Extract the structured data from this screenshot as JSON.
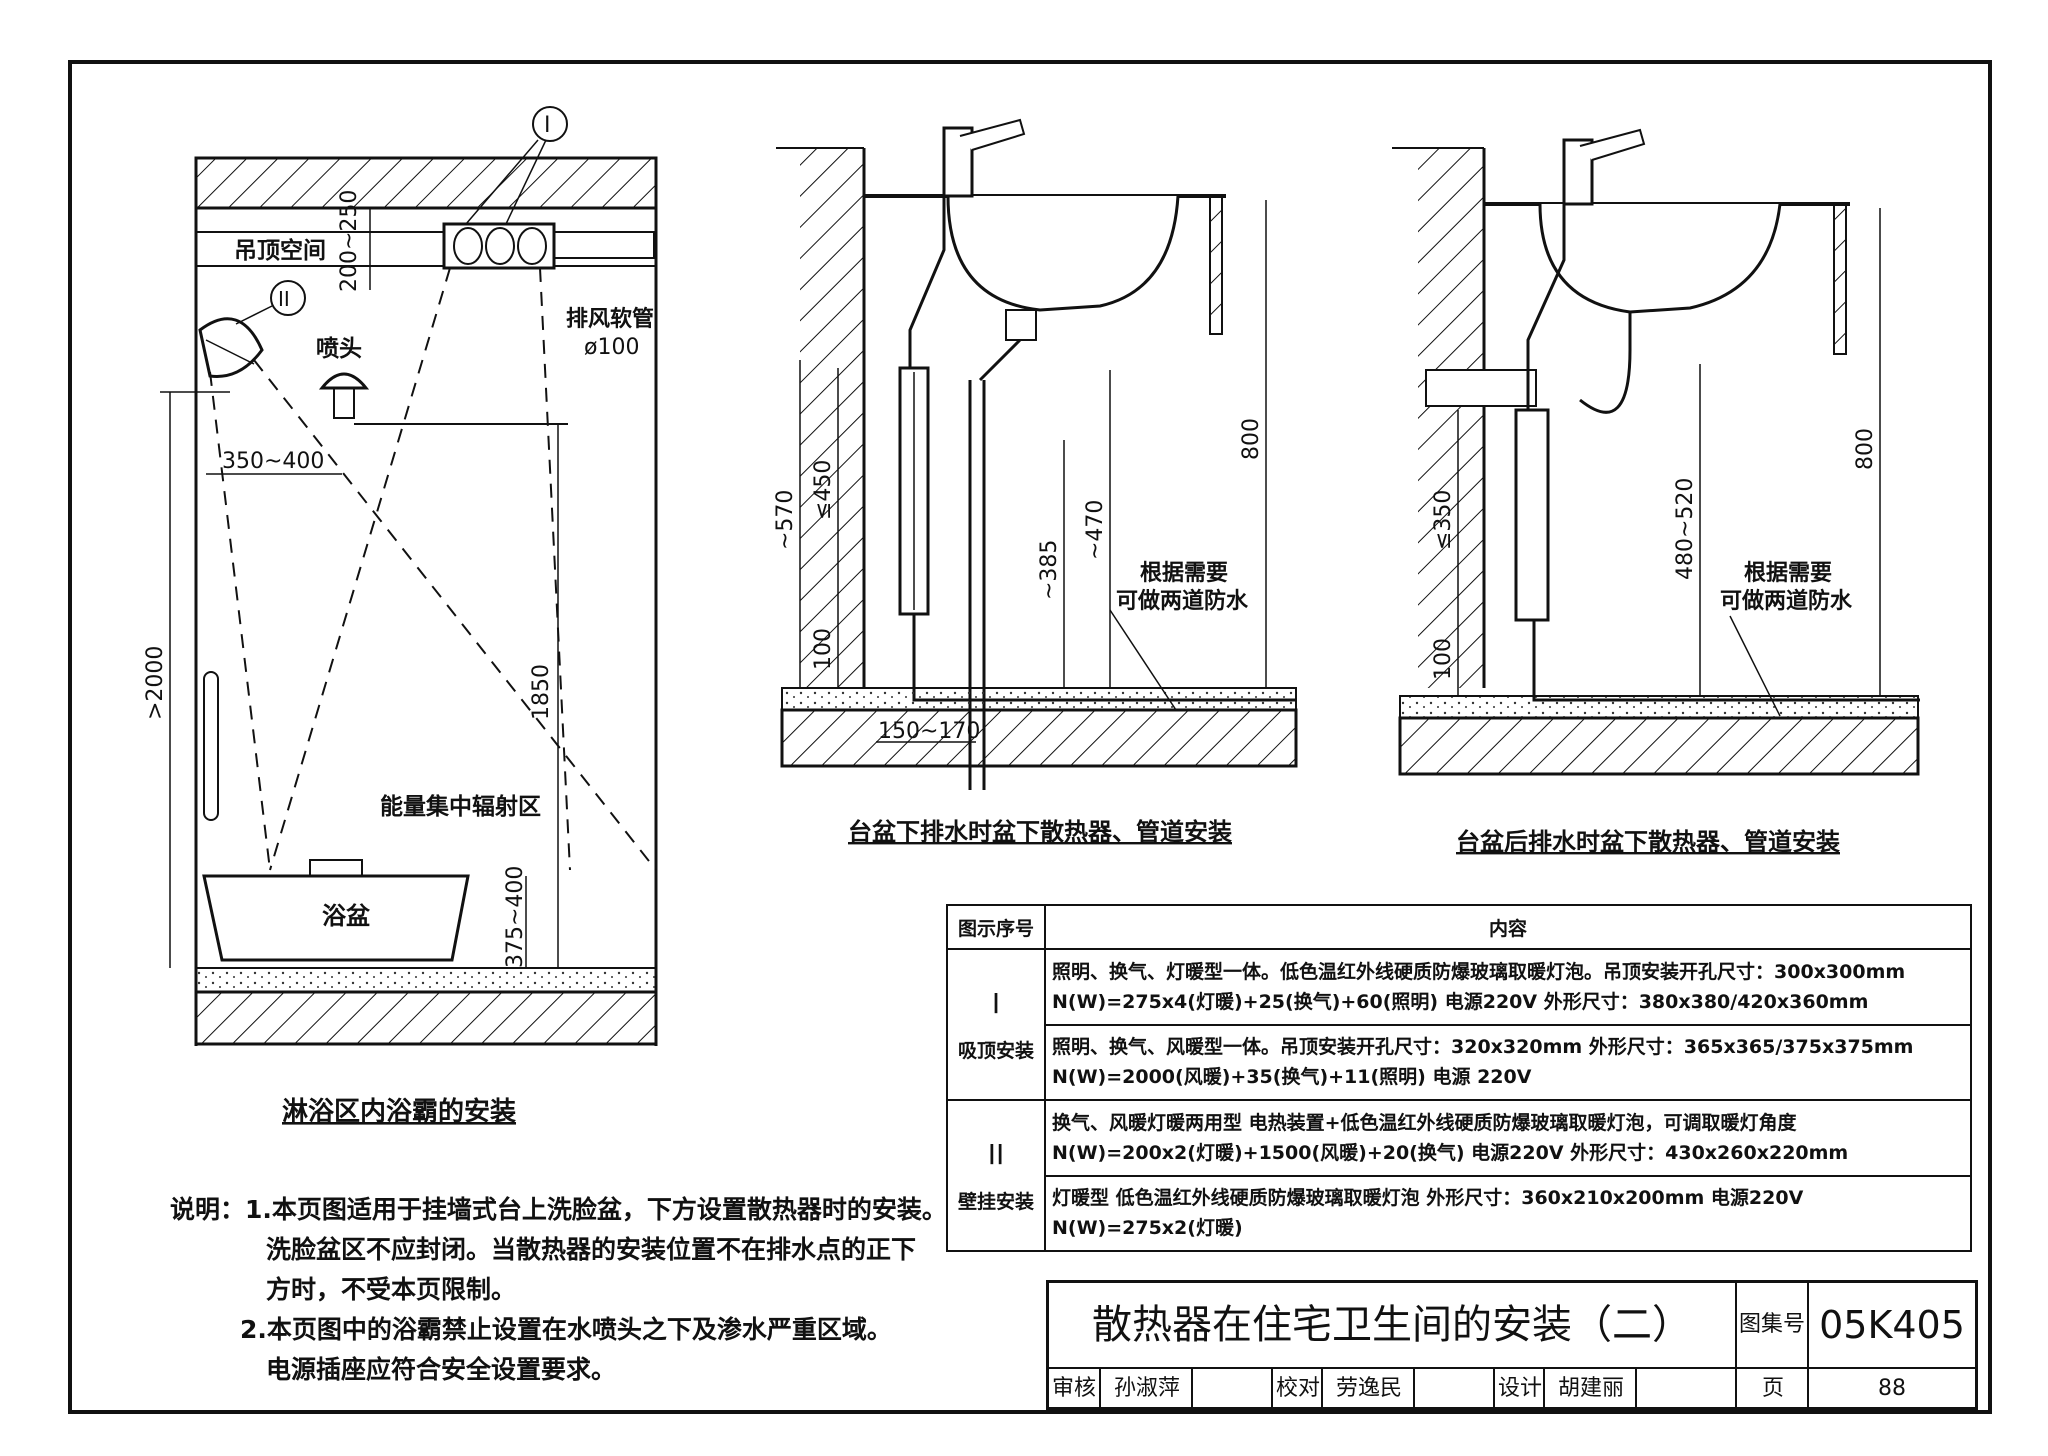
{
  "drawing_left": {
    "title": "淋浴区内浴霸的安装",
    "labels": {
      "ceiling_space": "吊顶空间",
      "exhaust_pipe": "排风软管",
      "exhaust_dia": "ø100",
      "nozzle": "喷头",
      "radiation_zone": "能量集中辐射区",
      "bathtub": "浴盆",
      "marker_1": "I",
      "marker_2": "II"
    },
    "dims": {
      "ceiling": "200~250",
      "offset": "350~400",
      "height_total": ">2000",
      "height_1850": "1850",
      "tub": "375~400"
    }
  },
  "drawing_mid": {
    "title": "台盆下排水时盆下散热器、管道安装",
    "dims": [
      "~570",
      "≤450",
      "100",
      "~385",
      "~470",
      "800",
      "150~170"
    ],
    "note_line1": "根据需要",
    "note_line2": "可做两道防水"
  },
  "drawing_right": {
    "title": "台盆后排水时盆下散热器、管道安装",
    "dims": [
      "≤350",
      "100",
      "480~520",
      "800"
    ],
    "note_line1": "根据需要",
    "note_line2": "可做两道防水"
  },
  "legend_table": {
    "header_seq": "图示序号",
    "header_content": "内容",
    "group1_seq": "I",
    "group1_type": "吸顶安装",
    "group1_rows": [
      [
        "照明、换气、灯暖型一体。低色温红外线硬质防爆玻璃取暖灯泡。吊顶安装开孔尺寸：300x300mm",
        "N(W)=275x4(灯暖)+25(换气)+60(照明) 电源220V  外形尺寸：380x380/420x360mm"
      ],
      [
        "照明、换气、风暖型一体。吊顶安装开孔尺寸：320x320mm  外形尺寸：365x365/375x375mm",
        "N(W)=2000(风暖)+35(换气)+11(照明)    电源 220V"
      ]
    ],
    "group2_seq": "II",
    "group2_type": "壁挂安装",
    "group2_rows": [
      [
        "换气、风暖灯暖两用型   电热装置+低色温红外线硬质防爆玻璃取暖灯泡，可调取暖灯角度",
        "N(W)=200x2(灯暖)+1500(风暖)+20(换气)   电源220V  外形尺寸：430x260x220mm"
      ],
      [
        "灯暖型  低色温红外线硬质防爆玻璃取暖灯泡      外形尺寸：360x210x200mm  电源220V",
        "N(W)=275x2(灯暖)"
      ]
    ]
  },
  "notes": {
    "line1": "说明：1.本页图适用于挂墙式台上洗脸盆，下方设置散热器时的安装。",
    "line2": "洗脸盆区不应封闭。当散热器的安装位置不在排水点的正下",
    "line3": "方时，不受本页限制。",
    "line4": "2.本页图中的浴霸禁止设置在水喷头之下及渗水严重区域。",
    "line5": "电源插座应符合安全设置要求。"
  },
  "title_block": {
    "title": "散热器在住宅卫生间的安装（二）",
    "atlas_label": "图集号",
    "atlas_code": "05K405",
    "review_label": "审核",
    "reviewer": "孙淑萍",
    "check_label": "校对",
    "checker": "劳逸民",
    "design_label": "设计",
    "designer": "胡建丽",
    "page_label": "页",
    "page": "88"
  }
}
